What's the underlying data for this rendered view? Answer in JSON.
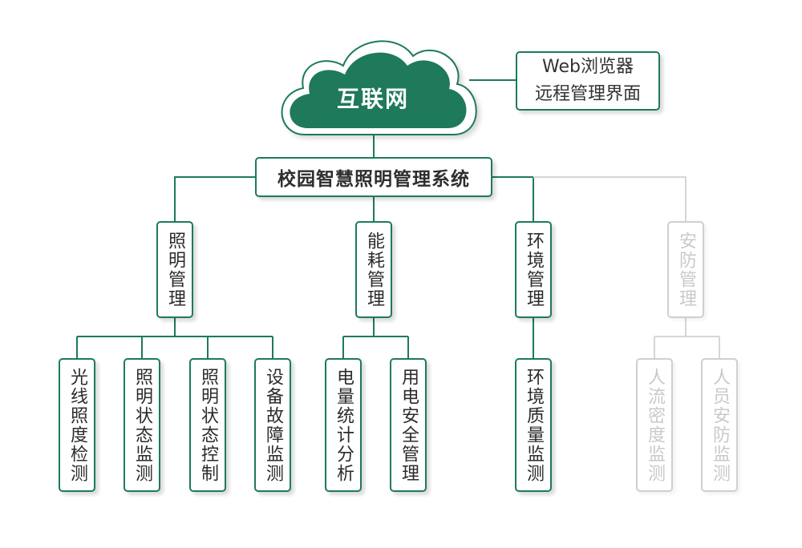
{
  "colors": {
    "primary": "#1e7a5a",
    "disabled": "#cfcfcf",
    "text": "#2b2b2b",
    "disabled_text": "#c9c9c9"
  },
  "cloud": {
    "label": "互联网",
    "icon": "cloud-icon"
  },
  "web_interface": {
    "line1": "Web浏览器",
    "line2": "远程管理界面"
  },
  "system": {
    "label": "校园智慧照明管理系统"
  },
  "categories": [
    {
      "label": "照明管理",
      "enabled": true,
      "items": [
        "光线照度检测",
        "照明状态监测",
        "照明状态控制",
        "设备故障监测"
      ]
    },
    {
      "label": "能耗管理",
      "enabled": true,
      "items": [
        "电量统计分析",
        "用电安全管理"
      ]
    },
    {
      "label": "环境管理",
      "enabled": true,
      "items": [
        "环境质量监测"
      ]
    },
    {
      "label": "安防管理",
      "enabled": false,
      "items": [
        "人流密度监测",
        "人员安防监测"
      ]
    }
  ]
}
